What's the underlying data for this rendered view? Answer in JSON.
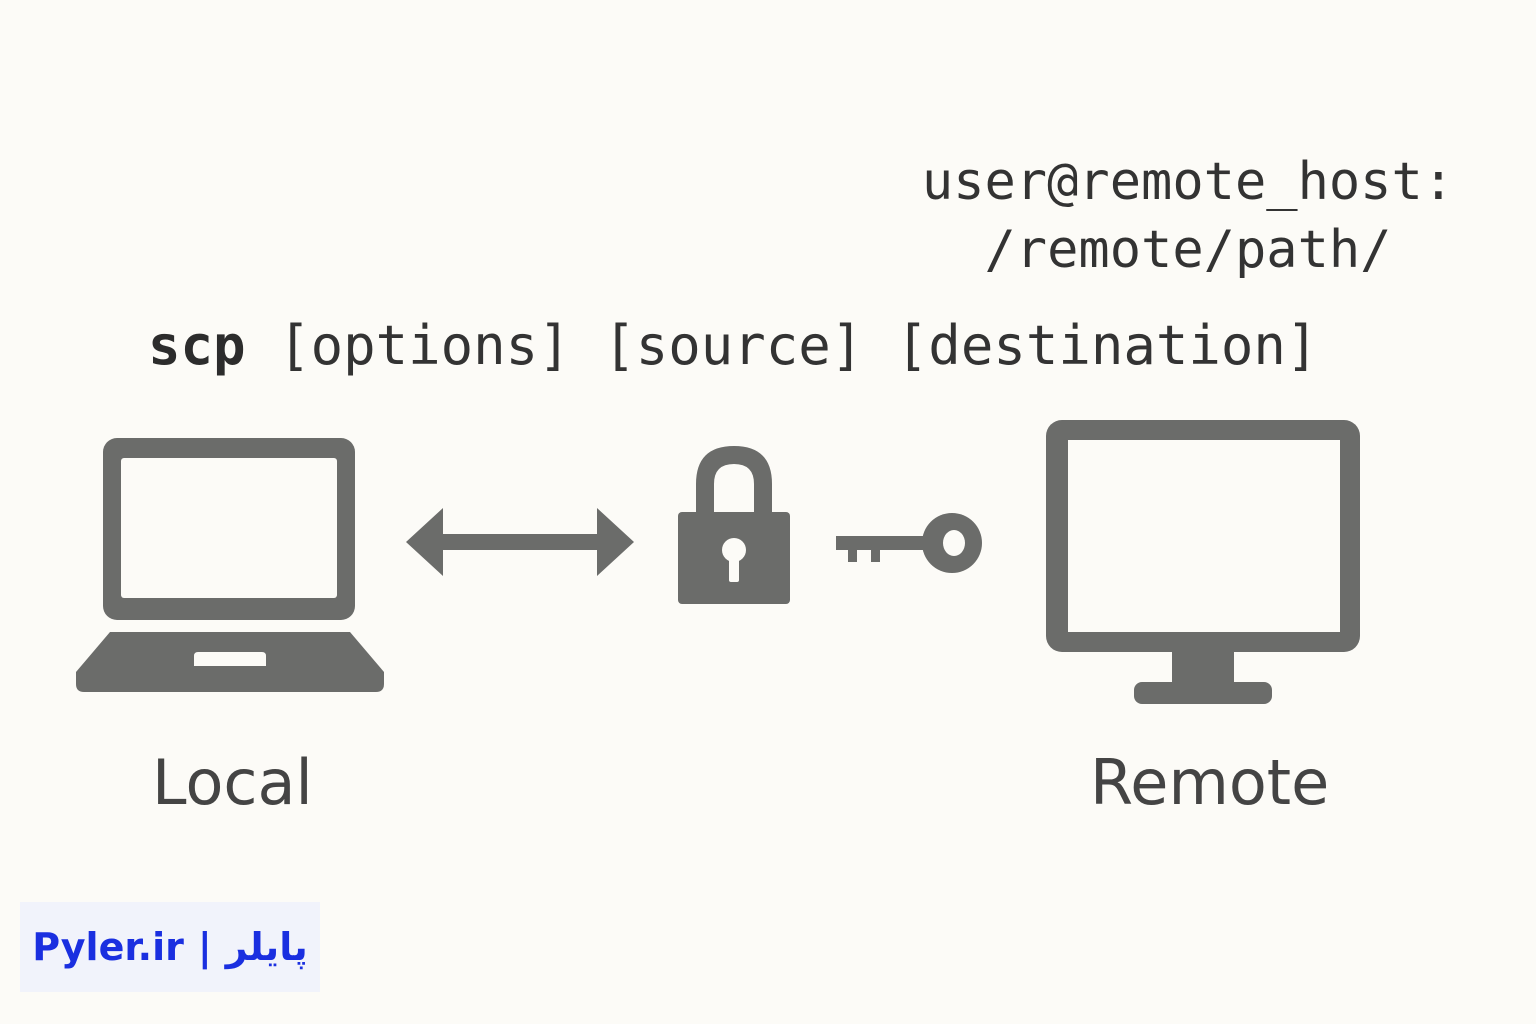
{
  "remote_target": {
    "line1": "user@remote_host:",
    "line2": "/remote/path/"
  },
  "command": {
    "name": "scp",
    "options": "[options]",
    "source": "[source]",
    "destination": "[destination]"
  },
  "nodes": {
    "local": {
      "label": "Local",
      "icon": "laptop-icon"
    },
    "remote": {
      "label": "Remote",
      "icon": "monitor-icon"
    }
  },
  "connectors": {
    "transfer": "double-arrow-icon",
    "security": "lock-icon",
    "auth": "key-icon"
  },
  "watermark": {
    "latin": "Pyler.ir",
    "separator": "|",
    "persian": "پایلر"
  },
  "colors": {
    "background": "#fcfbf7",
    "icon": "#6b6c6a",
    "text": "#333333",
    "watermark_text": "#1a2fe0",
    "watermark_bg": "#f1f3fb"
  }
}
